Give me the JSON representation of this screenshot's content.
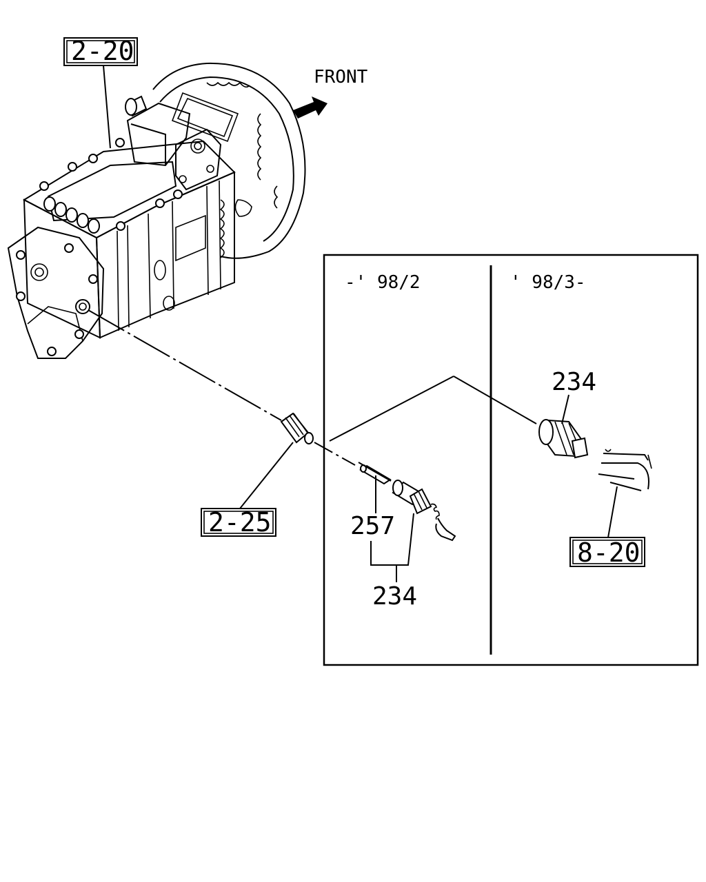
{
  "direction_label": "FRONT",
  "references": {
    "transmission": "2-20",
    "fitting": "2-25",
    "bracket": "8-20"
  },
  "periods": {
    "left": "-' 98/2",
    "right": "' 98/3-"
  },
  "parts": {
    "pin": "257",
    "switch_left": "234",
    "switch_right": "234"
  }
}
